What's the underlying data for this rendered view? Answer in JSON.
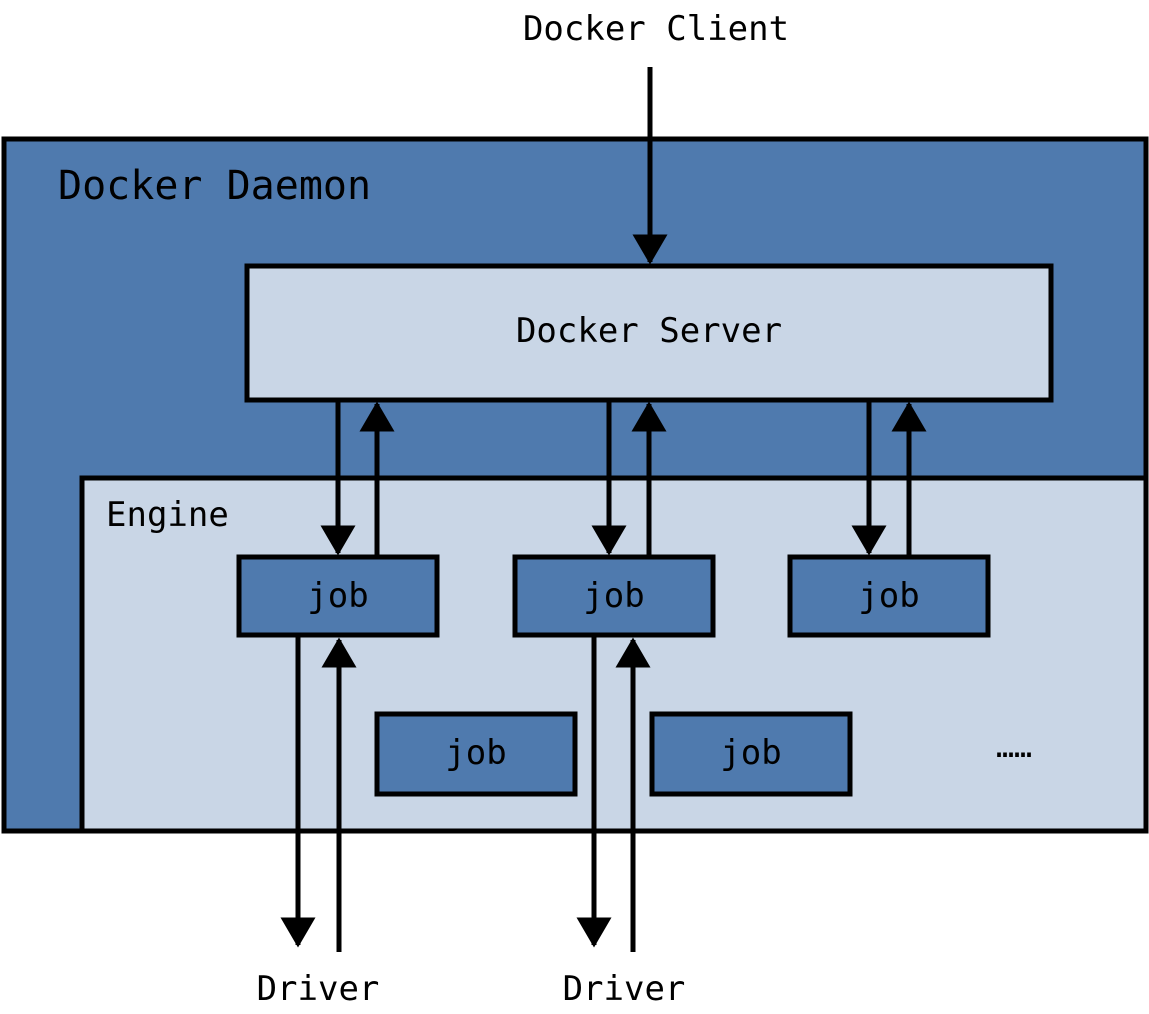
{
  "client_label": "Docker Client",
  "daemon_label": "Docker Daemon",
  "server_label": "Docker Server",
  "engine_label": "Engine",
  "jobs": [
    "job",
    "job",
    "job",
    "job",
    "job"
  ],
  "ellipsis": "……",
  "drivers": [
    "Driver",
    "Driver"
  ],
  "colors": {
    "daemon_fill": "#4f7aae",
    "light_fill": "#c9d6e6",
    "job_fill": "#4f7aae",
    "stroke": "#000000"
  }
}
